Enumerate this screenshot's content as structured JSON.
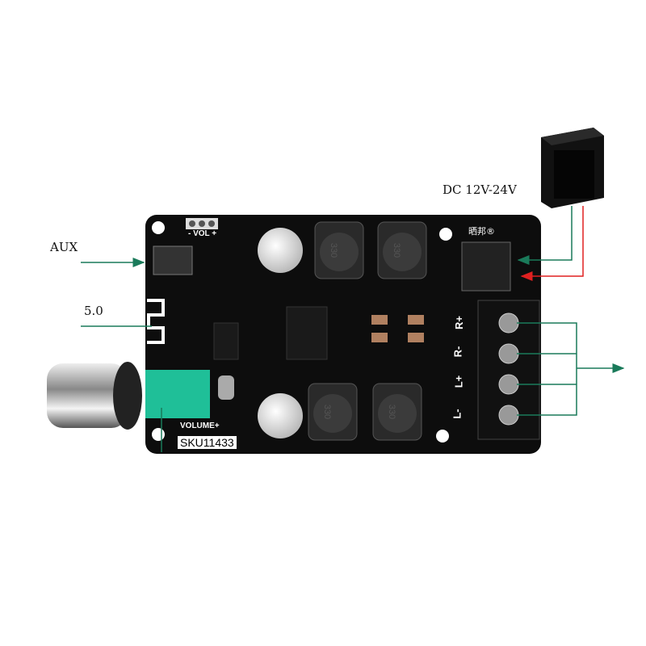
{
  "labels": {
    "power": "DC 12V-24V",
    "aux": "AUX",
    "bluetooth": "5.0"
  },
  "board": {
    "vol_header": "- VOL +",
    "volume": "VOLUME+",
    "sku": "SKU11433",
    "brand": "晒邦®",
    "inductor_marking": "330",
    "terminals": [
      "L-",
      "L+",
      "R-",
      "R+"
    ]
  },
  "colors": {
    "board": "#0d0d0d",
    "green_wire": "#1a7a5a",
    "red_wire": "#e02020",
    "pot": "#1fbf98"
  }
}
